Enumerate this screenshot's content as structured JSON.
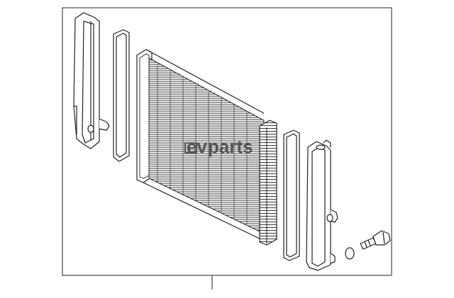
{
  "diagram": {
    "watermark": {
      "prefix": "ev",
      "suffix": "parts"
    },
    "parts": [
      {
        "name": "left-side-tank"
      },
      {
        "name": "left-seal"
      },
      {
        "name": "radiator-core"
      },
      {
        "name": "right-seal"
      },
      {
        "name": "right-side-tank"
      },
      {
        "name": "o-ring"
      },
      {
        "name": "drain-plug"
      }
    ]
  }
}
